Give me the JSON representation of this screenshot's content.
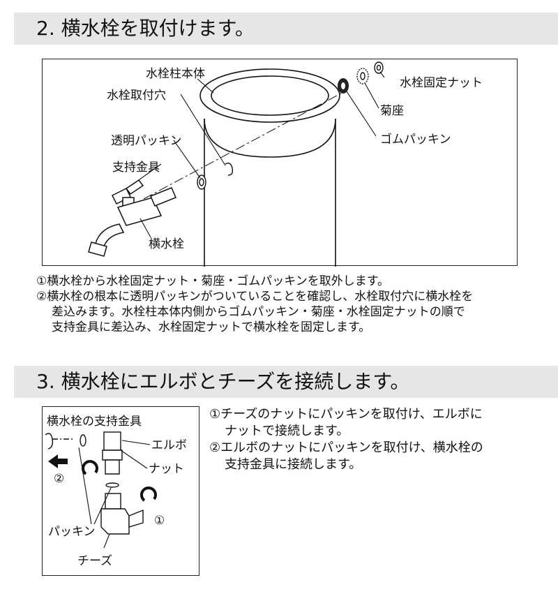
{
  "section2": {
    "title": "2. 横水栓を取付けます。",
    "labels": {
      "body": "水栓柱本体",
      "hole": "水栓取付穴",
      "clear_packing": "透明パッキン",
      "bracket": "支持金具",
      "faucet": "横水栓",
      "nut": "水栓固定ナット",
      "washer": "菊座",
      "rubber_packing": "ゴムパッキン"
    },
    "steps": [
      "①横水栓から水栓固定ナット・菊座・ゴムパッキンを取外します。",
      "②横水栓の根本に透明パッキンがついていることを確認し、水栓取付穴に横水栓を\n差込みます。水栓柱本体内側からゴムパッキン・菊座・水栓固定ナットの順で\n支持金具に差込み、水栓固定ナットで横水栓を固定します。"
    ]
  },
  "section3": {
    "title": "3. 横水栓にエルボとチーズを接続します。",
    "labels": {
      "bracket": "横水栓の支持金具",
      "elbow": "エルボ",
      "nut": "ナット",
      "packing": "パッキン",
      "tee": "チーズ",
      "num1": "①",
      "num2": "②"
    },
    "steps": [
      "①チーズのナットにパッキンを取付け、エルボに\nナットで接続します。",
      "②エルボのナットにパッキンを取付け、横水栓の\n支持金具に接続します。"
    ]
  }
}
